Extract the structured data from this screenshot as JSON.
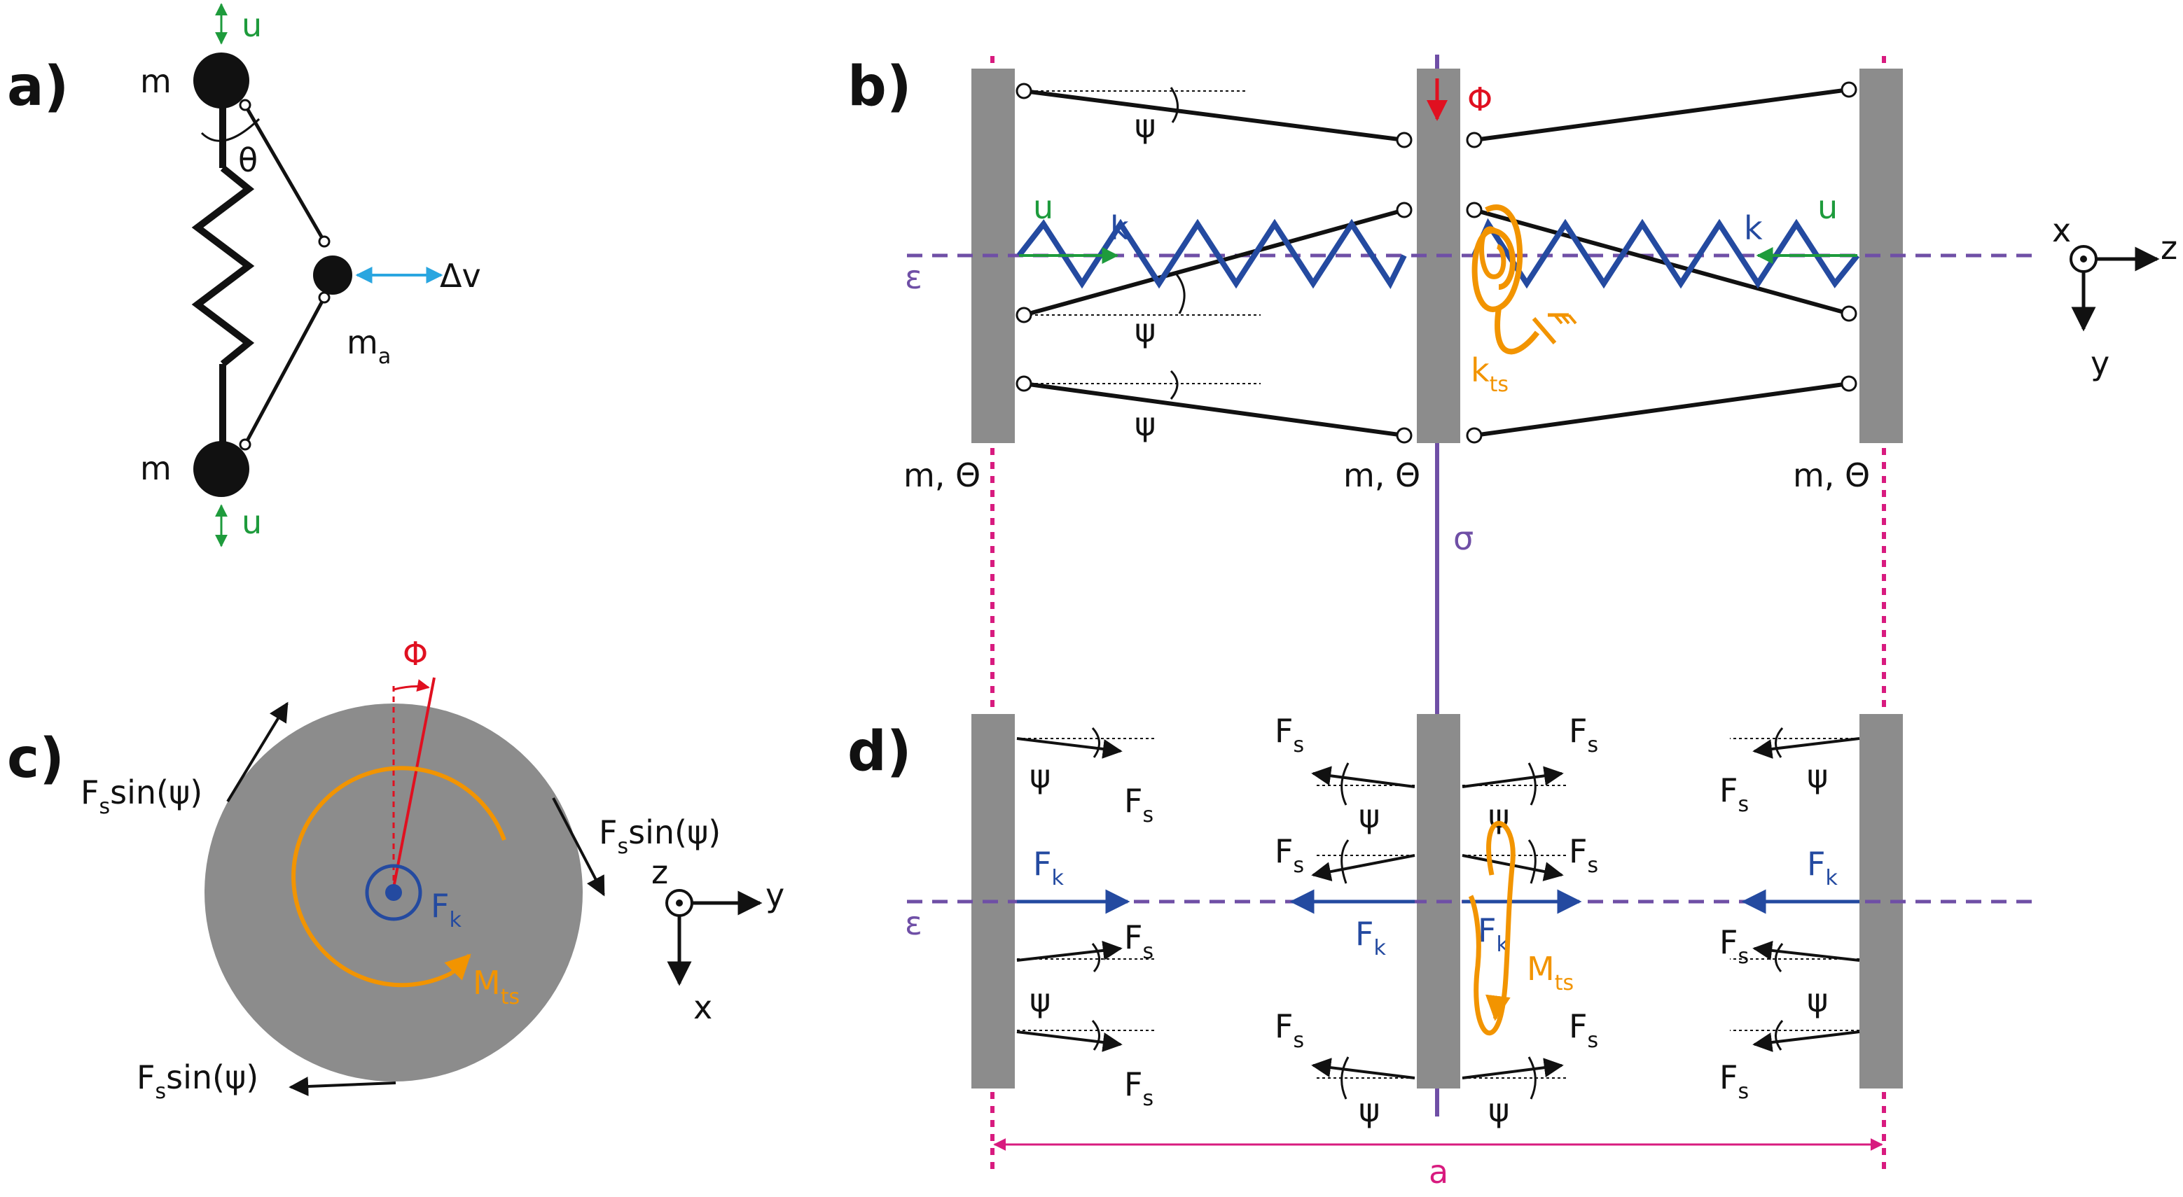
{
  "panels": {
    "a": "a)",
    "b": "b)",
    "c": "c)",
    "d": "d)"
  },
  "labels": {
    "m": "m",
    "u": "u",
    "theta": "θ",
    "delta_v": "Δv",
    "m_a_main": "m",
    "m_a_sub": "a",
    "psi": "ψ",
    "phi": "Φ",
    "k": "k",
    "k_ts_main": "k",
    "k_ts_sub": "ts",
    "m_theta": "m, Θ",
    "sigma": "σ",
    "epsilon": "ɛ",
    "x": "x",
    "y": "y",
    "z": "z",
    "F_main": "F",
    "s_sub": "s",
    "k_sub": "k",
    "sin_psi": "sin(ψ)",
    "M_main": "M",
    "ts_sub": "ts",
    "a": "a"
  },
  "colors": {
    "black": "#111111",
    "gray": "#8c8c8c",
    "green": "#1e9b3c",
    "blue": "#244aa0",
    "light_blue": "#2aa6e0",
    "orange": "#f29400",
    "red": "#e01020",
    "purple": "#6f4fa6",
    "magenta": "#d81b7f"
  }
}
